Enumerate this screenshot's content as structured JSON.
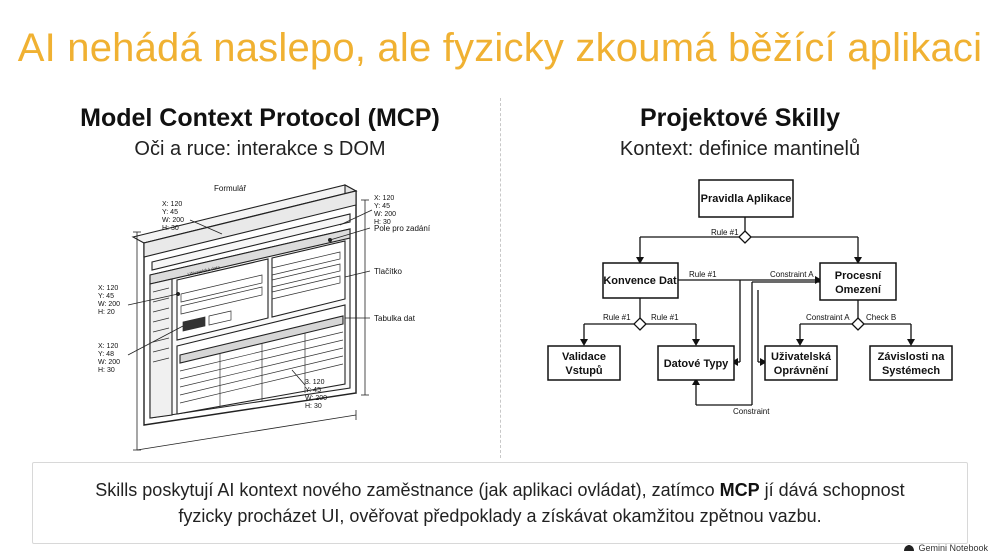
{
  "slide": {
    "title": "AI nehádá naslepo, ale fyzicky zkoumá běžící aplikaci"
  },
  "left": {
    "heading": "Model Context Protocol (MCP)",
    "subheading": "Oči a ruce: interakce s DOM",
    "sketch": {
      "window_title": "Formulář",
      "app_title": "Uživatelská data",
      "labels": [
        "Pole pro zadání",
        "Tlačítko",
        "Tabulka dat"
      ],
      "coord_top_left": [
        "X: 120",
        "Y: 45",
        "W: 200",
        "H: 30"
      ],
      "coord_top_right": [
        "X: 120",
        "Y: 45",
        "W: 200",
        "H: 30"
      ],
      "coord_left_mid": [
        "X: 120",
        "Y: 45",
        "W: 200",
        "H: 20"
      ],
      "coord_left_low": [
        "X: 120",
        "Y: 48",
        "W: 200",
        "H: 30"
      ],
      "coord_bottom": [
        "3. 120",
        "Y: 45",
        "W: 200",
        "H: 30"
      ]
    }
  },
  "right": {
    "heading": "Projektové Skilly",
    "subheading": "Kontext: definice mantinelů",
    "nodes": {
      "root": "Pravidla Aplikace",
      "konvence": "Konvence Dat",
      "procesni_1": "Procesní",
      "procesni_2": "Omezení",
      "validace_1": "Validace",
      "validace_2": "Vstupů",
      "datove": "Datové Typy",
      "uzivatelska_1": "Uživatelská",
      "uzivatelska_2": "Oprávnění",
      "zavislosti_1": "Závislosti na",
      "zavislosti_2": "Systémech"
    },
    "edges": {
      "rule_top": "Rule #1",
      "rule_mid": "Rule #1",
      "constraint_a_top": "Constraint A",
      "rule_left": "Rule #1",
      "rule_right": "Rule #1",
      "constraint_a": "Constraint A",
      "check_b": "Check B",
      "constraint_bottom": "Constraint"
    }
  },
  "note": {
    "text_before": "Skills poskytují AI kontext nového zaměstnance (jak aplikaci ovládat), zatímco ",
    "bold": "MCP",
    "text_after": " jí dává schopnost fyzicky procházet UI, ověřovat předpoklady a získávat okamžitou zpětnou vazbu."
  },
  "brand": {
    "label": "Gemini Notebook"
  }
}
